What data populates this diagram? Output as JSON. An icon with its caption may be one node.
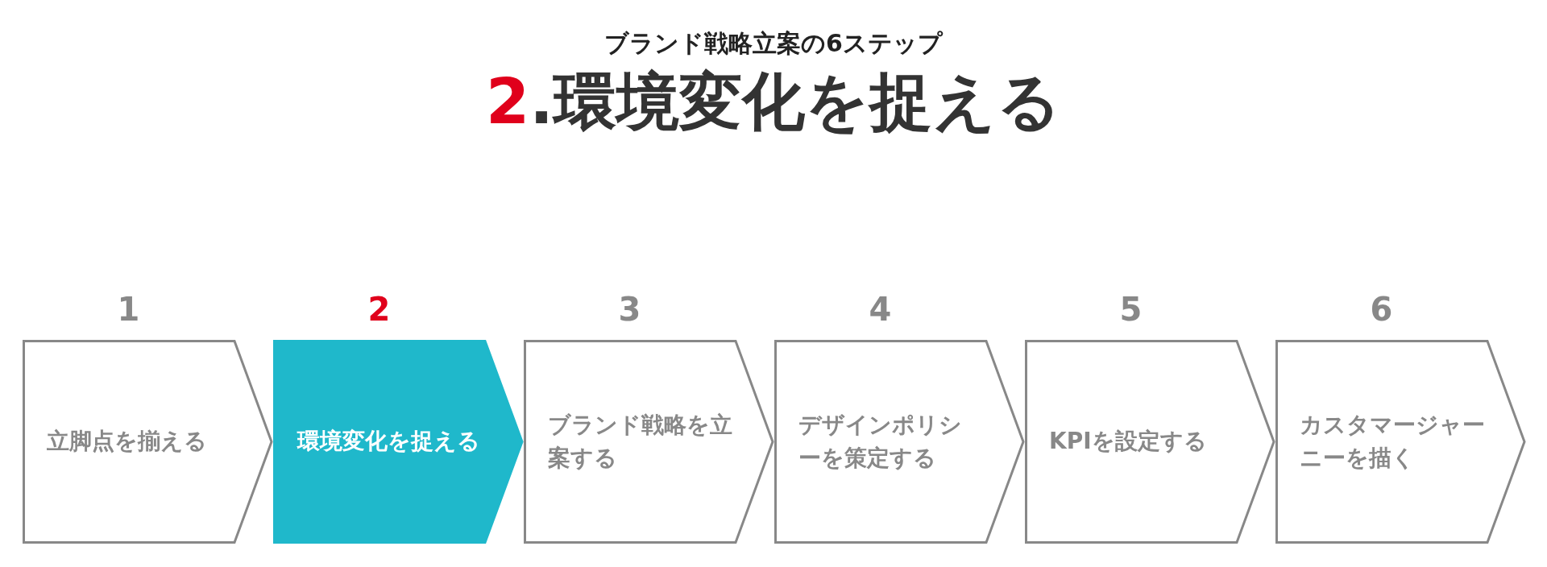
{
  "diagram": {
    "title": "2.環境変化を捉える",
    "labels": [
      "ブランド戦略立案の6ステップ"
    ],
    "nodes": [
      {
        "text": [
          "1",
          "立脚点を揃える"
        ]
      },
      {
        "text": [
          "2",
          "環境変化を捉える"
        ]
      },
      {
        "text": [
          "3",
          "ブランド戦略を立案する"
        ]
      },
      {
        "text": [
          "4",
          "デザインポリシーを策定する"
        ]
      },
      {
        "text": [
          "5",
          "KPIを設定する"
        ]
      },
      {
        "text": [
          "6",
          "カスタマージャーニーを描く"
        ]
      }
    ]
  }
}
